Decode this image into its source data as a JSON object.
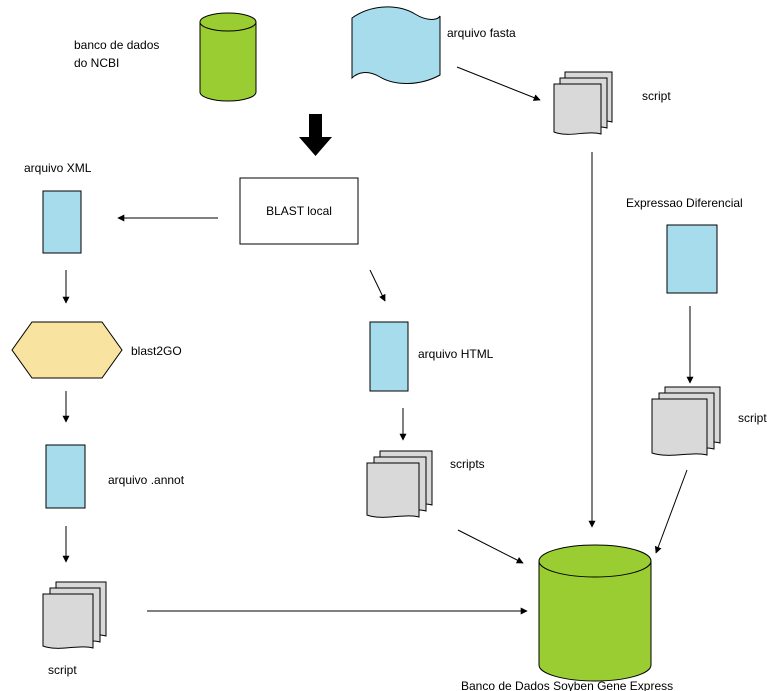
{
  "labels": {
    "ncbi_db_line1": "banco de dados",
    "ncbi_db_line2": "do NCBI",
    "fasta_file": "arquivo fasta",
    "script_top": "script",
    "xml_file": "arquivo XML",
    "blast_local": "BLAST local",
    "diff_expression": "Expressao Diferencial",
    "blast2go": "blast2GO",
    "html_file": "arquivo HTML",
    "script_right": "script",
    "scripts_middle": "scripts",
    "annot_file": "arquivo .annot",
    "script_bottom": "script",
    "soybean_db": "Banco de Dados Soyben Gene Express"
  },
  "colors": {
    "database_fill": "#9ACD32",
    "file_fill": "#A6DCEC",
    "process_fill": "#F8E3A0",
    "document_fill": "#D9D9D9",
    "stroke": "#000000"
  }
}
